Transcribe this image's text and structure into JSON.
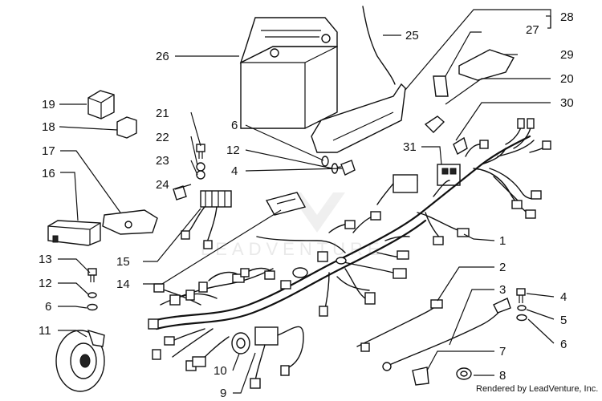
{
  "callouts": {
    "n1": "1",
    "n2": "2",
    "n3": "3",
    "n4a": "4",
    "n4b": "4",
    "n5": "5",
    "n6a": "6",
    "n6b": "6",
    "n6c": "6",
    "n7": "7",
    "n8": "8",
    "n9": "9",
    "n10": "10",
    "n11": "11",
    "n12a": "12",
    "n12b": "12",
    "n13": "13",
    "n14": "14",
    "n15": "15",
    "n16": "16",
    "n17": "17",
    "n18": "18",
    "n19": "19",
    "n20": "20",
    "n21": "21",
    "n22": "22",
    "n23": "23",
    "n24": "24",
    "n25": "25",
    "n26": "26",
    "n27": "27",
    "n28": "28",
    "n29": "29",
    "n30": "30",
    "n31": "31"
  },
  "credit": "Rendered by LeadVenture, Inc.",
  "watermark": "LEADVENTURE"
}
